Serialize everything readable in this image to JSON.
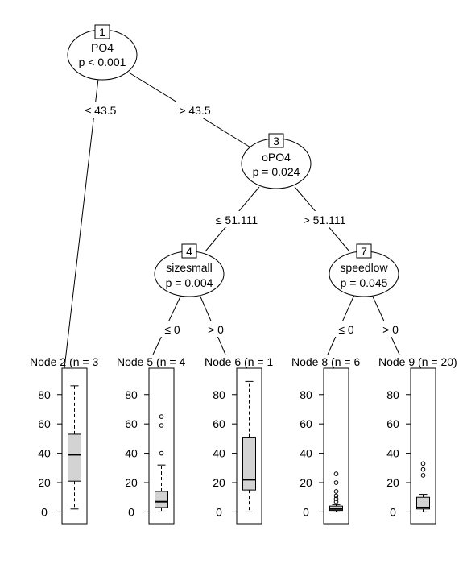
{
  "inner_nodes": [
    {
      "id": "1",
      "variable": "PO4",
      "pvalue": "p < 0.001"
    },
    {
      "id": "3",
      "variable": "oPO4",
      "pvalue": "p = 0.024"
    },
    {
      "id": "4",
      "variable": "sizesmall",
      "pvalue": "p = 0.004"
    },
    {
      "id": "7",
      "variable": "speedlow",
      "pvalue": "p = 0.045"
    }
  ],
  "edges": [
    {
      "label": "≤ 43.5"
    },
    {
      "label": "> 43.5"
    },
    {
      "label": "≤ 51.111"
    },
    {
      "label": "> 51.111"
    },
    {
      "label": "≤ 0"
    },
    {
      "label": "> 0"
    },
    {
      "label": "≤ 0"
    },
    {
      "label": "> 0"
    }
  ],
  "terminal_nodes": [
    {
      "title": "Node 2 (n = 3",
      "box": {
        "min": 2,
        "q1": 21,
        "median": 39,
        "q3": 53,
        "max": 86,
        "outliers": []
      }
    },
    {
      "title": "Node 5 (n = 4",
      "box": {
        "min": 0,
        "q1": 3,
        "median": 7,
        "q3": 14,
        "max": 32,
        "outliers": [
          40,
          59,
          65
        ]
      }
    },
    {
      "title": "Node 6 (n = 1",
      "box": {
        "min": 0,
        "q1": 15,
        "median": 22,
        "q3": 51,
        "max": 89,
        "outliers": []
      }
    },
    {
      "title": "Node 8 (n = 6",
      "box": {
        "min": 0,
        "q1": 1,
        "median": 2,
        "q3": 4,
        "max": 5,
        "outliers": [
          7,
          9,
          11,
          14,
          20,
          26
        ]
      }
    },
    {
      "title": "Node 9 (n = 20)",
      "box": {
        "min": 0,
        "q1": 2,
        "median": 3,
        "q3": 10,
        "max": 12,
        "outliers": [
          25,
          29,
          33
        ]
      }
    }
  ],
  "y_axis": {
    "ticks": [
      "0",
      "20",
      "40",
      "60",
      "80"
    ],
    "min": -8,
    "max": 98
  }
}
